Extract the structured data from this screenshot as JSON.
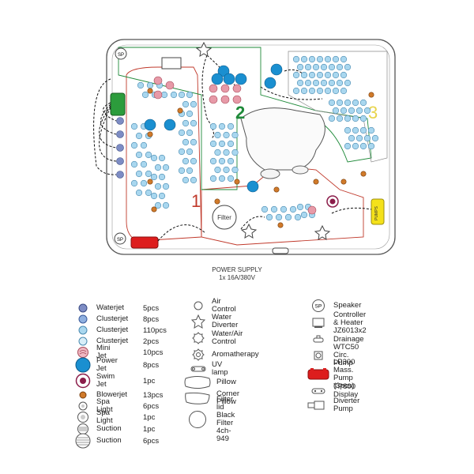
{
  "plan": {
    "zone_labels": [
      "1",
      "2",
      "3"
    ],
    "pump_label": "PUMPS",
    "filter_label": "Filter",
    "speaker_label": "SP",
    "colors": {
      "zone1": "#c0392b",
      "zone2": "#1f8a3a",
      "zone3": "#e8d44d",
      "power_jet": "#1a8fd0",
      "cluster_jet": "#a9d7ef",
      "mini_jet": "#e79aa8",
      "blower": "#d07a2a",
      "lp300_pump": "#dd1d1d",
      "circ_pump": "#2c9c3c",
      "yellow_pump": "#f4e11a",
      "swim_jet": "#8b1d4a"
    }
  },
  "power_supply": {
    "title": "POWER SUPPLY",
    "spec": "1x 16A/380V"
  },
  "legend": {
    "col1": [
      {
        "icon": "waterjet-icon",
        "label": "Waterjet",
        "qty": "5pcs"
      },
      {
        "icon": "clusterjet-icon",
        "label": "Clusterjet",
        "qty": "8pcs"
      },
      {
        "icon": "clusterjet-icon",
        "label": "Clusterjet",
        "qty": "110pcs"
      },
      {
        "icon": "clusterjet-icon",
        "label": "Clusterjet",
        "qty": "2pcs"
      },
      {
        "icon": "mini-jet-icon",
        "label": "Mini Jet",
        "qty": "10pcs"
      },
      {
        "icon": "power-jet-icon",
        "label": "Power Jet",
        "qty": "8pcs"
      },
      {
        "icon": "swim-jet-icon",
        "label": "Swim Jet",
        "qty": "1pc"
      },
      {
        "icon": "blowerjet-icon",
        "label": "Blowerjet",
        "qty": "13pcs"
      },
      {
        "icon": "spa-light-icon",
        "label": "Spa Light",
        "qty": "6pcs"
      },
      {
        "icon": "spa-light-icon",
        "label": "Spa Light",
        "qty": "1pc"
      },
      {
        "icon": "suction-icon",
        "label": "Suction",
        "qty": "1pc"
      },
      {
        "icon": "suction-icon",
        "label": "Suction",
        "qty": "6pcs"
      }
    ],
    "col2": [
      {
        "icon": "air-control-icon",
        "label": "Air Control"
      },
      {
        "icon": "water-diverter-icon",
        "label": "Water Diverter"
      },
      {
        "icon": "water-air-control-icon",
        "label": "Water/Air Control"
      },
      {
        "icon": "aromatherapy-icon",
        "label": "Aromatherapy"
      },
      {
        "icon": "uv-lamp-icon",
        "label": "UV lamp"
      },
      {
        "icon": "pillow-icon",
        "label": "Pillow"
      },
      {
        "icon": "corner-pillow-icon",
        "label": "Corner Pillow"
      },
      {
        "icon": "filter-lid-icon",
        "label": "Filter lid Black\nFilter 4ch-949"
      }
    ],
    "col3": [
      {
        "icon": "speaker-icon",
        "label": "Speaker"
      },
      {
        "icon": "controller-heater-icon",
        "label": "Controller & Heater\nJZ6013x2"
      },
      {
        "icon": "drainage-icon",
        "label": "Drainage"
      },
      {
        "icon": "circ-pump-icon",
        "label": "WTC50 Circ. Pump"
      },
      {
        "icon": "mass-pump-icon",
        "label": "LP300 Mass. Pump\n(3pcs)"
      },
      {
        "icon": "display-icon",
        "label": "TP800 Display"
      },
      {
        "icon": "diverter-pump-icon",
        "label": "Diverter Pump"
      }
    ]
  }
}
